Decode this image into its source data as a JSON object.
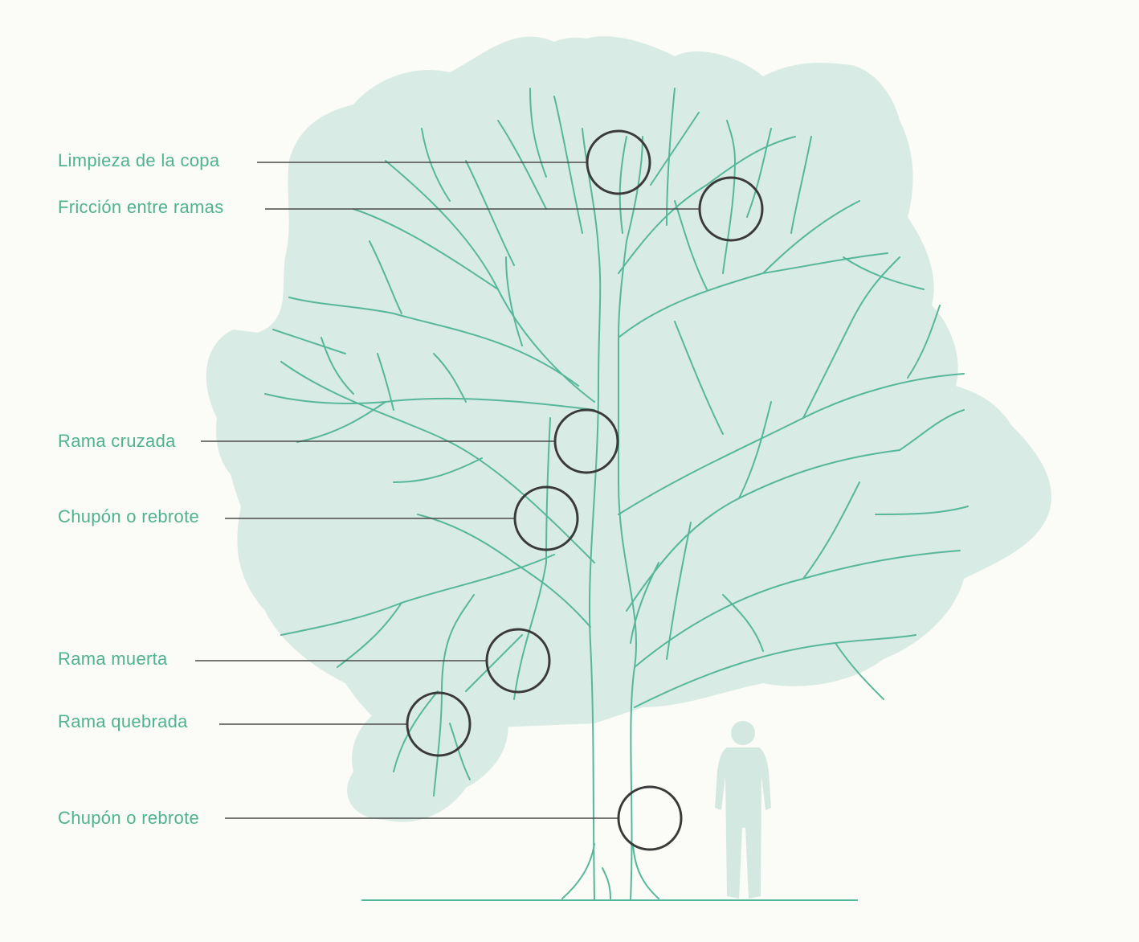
{
  "colors": {
    "background": "#fbfbf7",
    "canopy": "#d8ebe4",
    "branch": "#57b79b",
    "label_text": "#4fb291",
    "leader_line": "#4a4a4a",
    "circle": "#3a3a3a",
    "person": "#d3e8e0"
  },
  "annotations": [
    {
      "id": "limpieza-de-la-copa",
      "label": "Limpieza de la copa"
    },
    {
      "id": "friccion-entre-ramas",
      "label": "Fricción entre ramas"
    },
    {
      "id": "rama-cruzada",
      "label": "Rama cruzada"
    },
    {
      "id": "chupon-o-rebrote-1",
      "label": "Chupón o rebrote"
    },
    {
      "id": "rama-muerta",
      "label": "Rama muerta"
    },
    {
      "id": "rama-quebrada",
      "label": "Rama quebrada"
    },
    {
      "id": "chupon-o-rebrote-2",
      "label": "Chupón o rebrote"
    }
  ]
}
